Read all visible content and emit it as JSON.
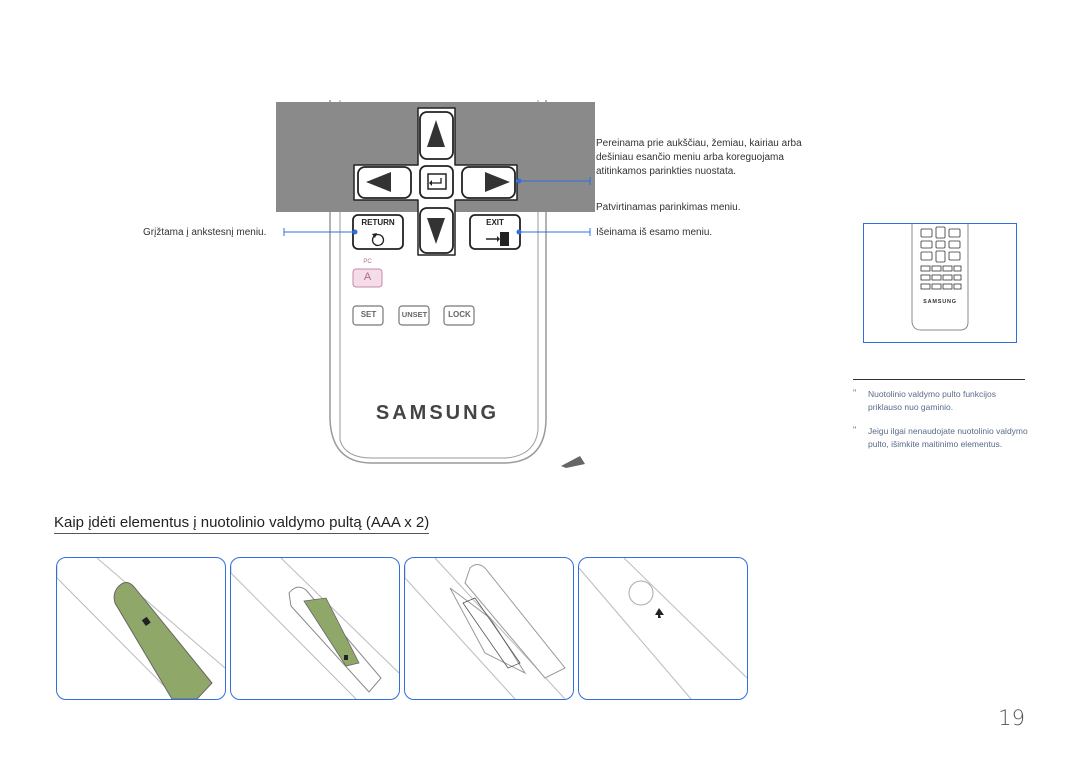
{
  "remote": {
    "keys": {
      "return_label": "RETURN",
      "exit_label": "EXIT",
      "pc_label": "PC",
      "a_label": "A",
      "set_label": "SET",
      "unset_label": "UNSET",
      "lock_label": "LOCK"
    },
    "brand": "SAMSUNG"
  },
  "annotations": {
    "left": "Grįžtama į ankstesnį meniu.",
    "arrows": "Pereinama prie aukščiau, žemiau, kairiau arba dešiniau esančio meniu arba koreguojama atitinkamos parinkties nuostata.",
    "enter": "Patvirtinamas parinkimas meniu.",
    "exit": "Išeinama iš esamo meniu."
  },
  "thumbnail": {
    "brand": "SAMSUNG"
  },
  "notes": [
    {
      "mark": "\"",
      "text": "Nuotolinio valdymo pulto funkcijos priklauso nuo gaminio."
    },
    {
      "mark": "\"",
      "text": "Jeigu ilgai nenaudojate nuotolinio valdymo pulto, išimkite maitinimo elementus."
    }
  ],
  "section_heading": "Kaip įdėti elementus į nuotolinio valdymo pultą (AAA x 2)",
  "page_number": "19",
  "colors": {
    "accent": "#2f6fe0",
    "battery": "#8fa86a",
    "overlay": "#8a8a8a"
  }
}
